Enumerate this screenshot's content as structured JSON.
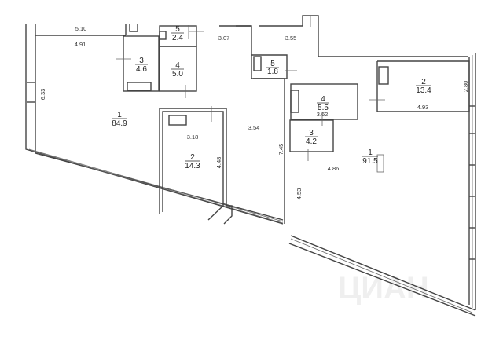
{
  "left_unit": {
    "rooms": [
      {
        "num": "1",
        "area": "84.9"
      },
      {
        "num": "2",
        "area": "14.3"
      },
      {
        "num": "3",
        "area": "4.6"
      },
      {
        "num": "4",
        "area": "5.0"
      },
      {
        "num": "5",
        "area": "2.4"
      }
    ],
    "dimensions": [
      "5.10",
      "4.91",
      "6.33",
      "3.07",
      "3.18",
      "4.48",
      "3.54"
    ]
  },
  "right_unit": {
    "rooms": [
      {
        "num": "1",
        "area": "91.5"
      },
      {
        "num": "2",
        "area": "13.4"
      },
      {
        "num": "3",
        "area": "4.2"
      },
      {
        "num": "4",
        "area": "5.5"
      },
      {
        "num": "5",
        "area": "1.8"
      }
    ],
    "dimensions": [
      "3.55",
      "2.80",
      "4.93",
      "3.62",
      "7.45",
      "4.86",
      "4.53"
    ]
  },
  "watermark": "ЦИАН"
}
